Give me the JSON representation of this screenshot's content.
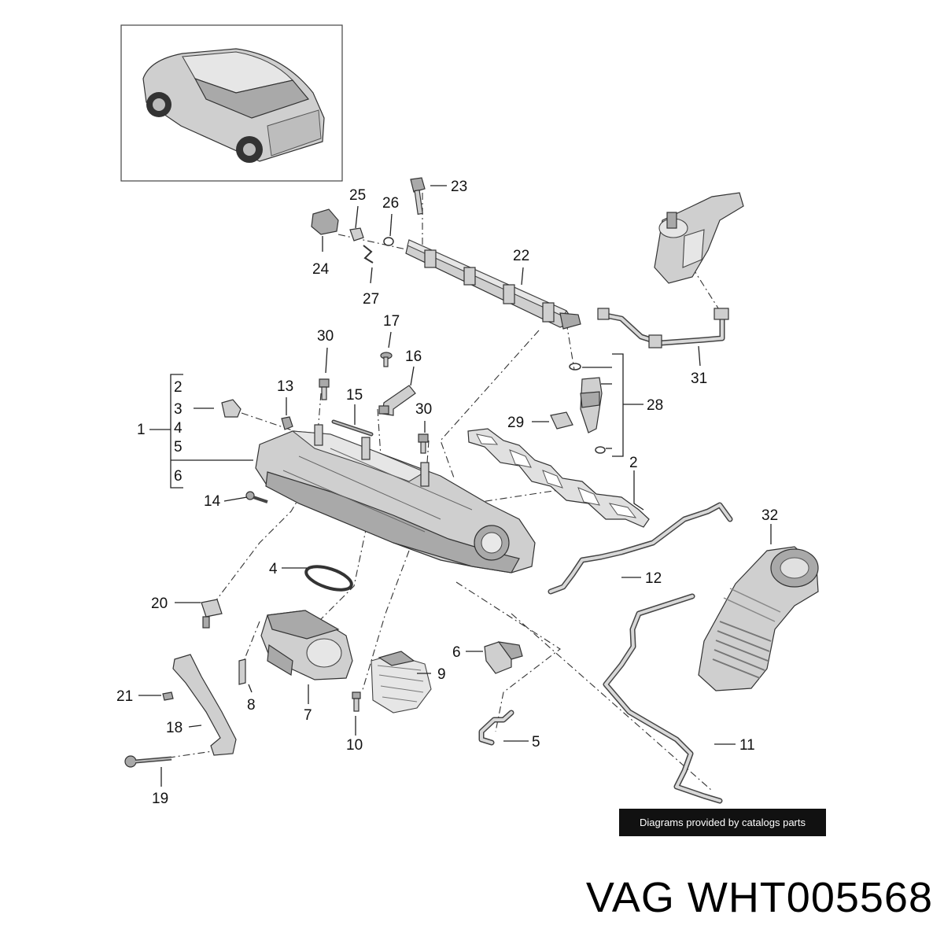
{
  "diagram": {
    "callouts": {
      "c1": "1",
      "c2a": "2",
      "c3": "3",
      "c4a": "4",
      "c5a": "5",
      "c6a": "6",
      "c2b": "2",
      "c4b": "4",
      "c5b": "5",
      "c6b": "6",
      "c7": "7",
      "c8": "8",
      "c9": "9",
      "c10": "10",
      "c11": "11",
      "c12": "12",
      "c13": "13",
      "c14": "14",
      "c15": "15",
      "c16": "16",
      "c17": "17",
      "c18": "18",
      "c19": "19",
      "c20": "20",
      "c21": "21",
      "c22": "22",
      "c23": "23",
      "c24": "24",
      "c25": "25",
      "c26": "26",
      "c27": "27",
      "c28": "28",
      "c29": "29",
      "c30a": "30",
      "c30b": "30",
      "c31": "31",
      "c32": "32"
    }
  },
  "credit": "Diagrams provided by catalogs parts",
  "title": "VAG WHT005568",
  "colors": {
    "badge_bg": "#111111",
    "badge_fg": "#ffffff",
    "line": "#222222"
  }
}
